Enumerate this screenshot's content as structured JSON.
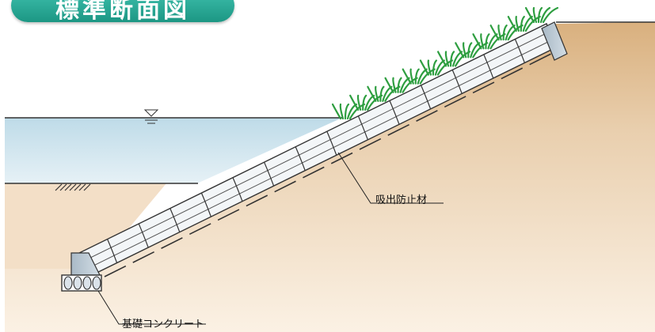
{
  "title": "標準断面図",
  "labels": {
    "suction_prevention": "吸出防止材",
    "foundation_concrete": "基礎コンクリート"
  },
  "colors": {
    "title_teal": "#22a08d",
    "water": "#d3e8f0",
    "soil": "#e6c9a6",
    "grass": "#2e9e40",
    "concrete": "#b9c7d2",
    "mat": "#eef1f4"
  },
  "icons": {
    "water_level": "water-level-triangle-icon",
    "seabed": "seabed-hatch-icon"
  }
}
